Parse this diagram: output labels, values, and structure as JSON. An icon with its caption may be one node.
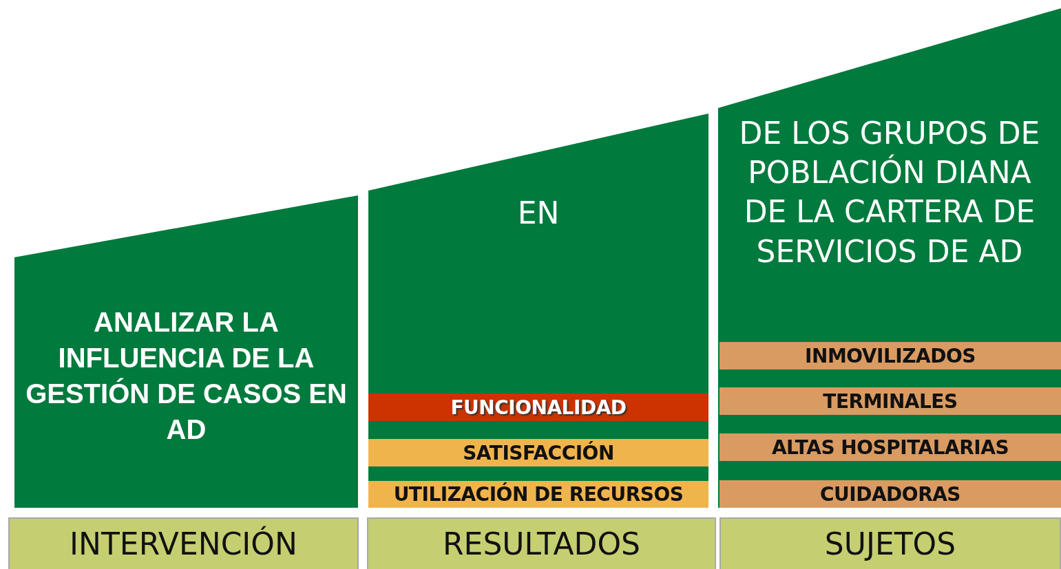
{
  "diagram": {
    "nodes": [
      {
        "text": [
          "ANALIZAR LA INFLUENCIA DE LA GESTIÓN DE CASOS EN AD"
        ]
      },
      {
        "text": [
          "EN"
        ]
      },
      {
        "text": [
          "FUNCIONALIDAD"
        ],
        "in": 1
      },
      {
        "text": [
          "SATISFACCIÓN"
        ],
        "in": 1
      },
      {
        "text": [
          "UTILIZACIÓN DE RECURSOS"
        ],
        "in": 1
      },
      {
        "text": [
          "DE LOS GRUPOS DE POBLACIÓN DIANA DE LA CARTERA DE SERVICIOS DE AD"
        ]
      },
      {
        "text": [
          "INMOVILIZADOS"
        ],
        "in": 5
      },
      {
        "text": [
          "TERMINALES"
        ],
        "in": 5
      },
      {
        "text": [
          "ALTAS HOSPITALARIAS"
        ],
        "in": 5
      },
      {
        "text": [
          "CUIDADORAS"
        ],
        "in": 5
      },
      {
        "text": [
          "INTERVENCIÓN"
        ]
      },
      {
        "text": [
          "RESULTADOS"
        ]
      },
      {
        "text": [
          "SUJETOS"
        ]
      }
    ]
  }
}
